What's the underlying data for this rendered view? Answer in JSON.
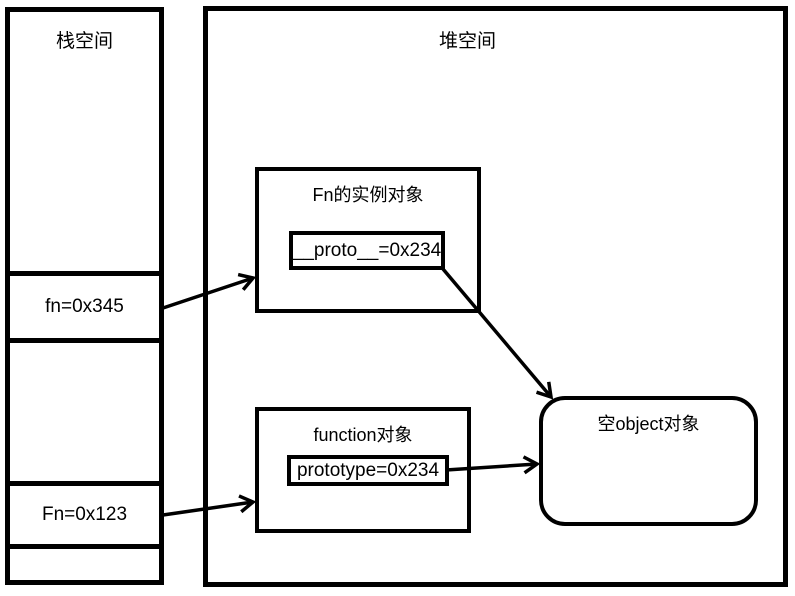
{
  "colors": {
    "background": "#ffffff",
    "line": "#000000",
    "text": "#000000"
  },
  "stack": {
    "title": "栈空间",
    "cells": [
      {
        "label": "fn=0x345"
      },
      {
        "label": "Fn=0x123"
      },
      {
        "label": ""
      }
    ]
  },
  "heap": {
    "title": "堆空间",
    "nodes": {
      "fn_instance": {
        "title": "Fn的实例对象",
        "field": "__proto__=0x234"
      },
      "function_object": {
        "title": "function对象",
        "field": "prototype=0x234"
      },
      "empty_object": {
        "title": "空object对象"
      }
    }
  },
  "edges": [
    {
      "from": "fn=0x345",
      "to": "Fn的实例对象"
    },
    {
      "from": "Fn=0x123",
      "to": "function对象"
    },
    {
      "from": "__proto__=0x234",
      "to": "空object对象"
    },
    {
      "from": "prototype=0x234",
      "to": "空object对象"
    }
  ]
}
